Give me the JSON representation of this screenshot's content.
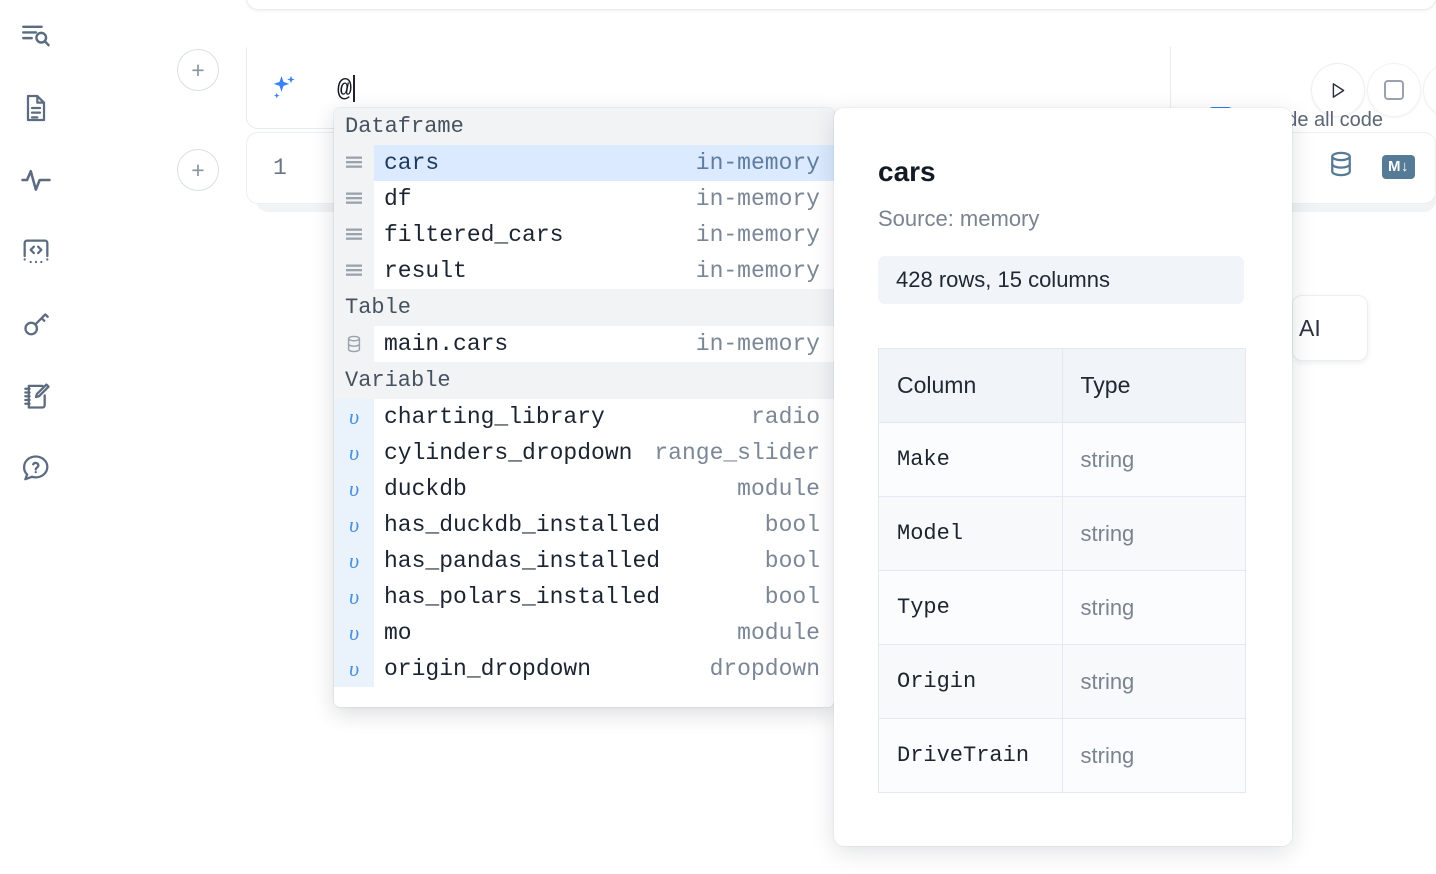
{
  "sidebar": {
    "items": [
      {
        "name": "outline-search-icon",
        "title": "Outline / Search"
      },
      {
        "name": "file-document-icon",
        "title": "Notebook file"
      },
      {
        "name": "activity-pulse-icon",
        "title": "Runtime activity"
      },
      {
        "name": "code-snippet-icon",
        "title": "Snippets"
      },
      {
        "name": "key-secrets-icon",
        "title": "Secrets"
      },
      {
        "name": "scratchpad-edit-icon",
        "title": "Scratchpad"
      },
      {
        "name": "help-chat-icon",
        "title": "Help"
      }
    ]
  },
  "prompt": {
    "sparkle_icon": "ai-sparkle-icon",
    "value": "@",
    "add_cell_label": "+",
    "run_label": "run-icon",
    "stop_label": "stop-icon",
    "include_all_code": "Include all code",
    "include_checked": false
  },
  "cell": {
    "line_number": "1",
    "database_icon": "database-icon",
    "markdown_badge": "M↓"
  },
  "ai_float": {
    "label": "AI"
  },
  "autocomplete": {
    "groups": [
      {
        "label": "Dataframe",
        "icon": "dataframe-icon",
        "kind": "dataframe",
        "items": [
          {
            "name": "cars",
            "type": "in-memory",
            "selected": true
          },
          {
            "name": "df",
            "type": "in-memory",
            "selected": false
          },
          {
            "name": "filtered_cars",
            "type": "in-memory",
            "selected": false
          },
          {
            "name": "result",
            "type": "in-memory",
            "selected": false
          }
        ]
      },
      {
        "label": "Table",
        "icon": "table-database-icon",
        "kind": "table",
        "items": [
          {
            "name": "main.cars",
            "type": "in-memory",
            "selected": false
          }
        ]
      },
      {
        "label": "Variable",
        "icon": "variable-icon",
        "kind": "variable",
        "items": [
          {
            "name": "charting_library",
            "type": "radio",
            "selected": false
          },
          {
            "name": "cylinders_dropdown",
            "type": "range_slider",
            "selected": false
          },
          {
            "name": "duckdb",
            "type": "module",
            "selected": false
          },
          {
            "name": "has_duckdb_installed",
            "type": "bool",
            "selected": false
          },
          {
            "name": "has_pandas_installed",
            "type": "bool",
            "selected": false
          },
          {
            "name": "has_polars_installed",
            "type": "bool",
            "selected": false
          },
          {
            "name": "mo",
            "type": "module",
            "selected": false
          },
          {
            "name": "origin_dropdown",
            "type": "dropdown",
            "selected": false
          }
        ]
      }
    ],
    "variable_glyph": "υ"
  },
  "detail": {
    "title": "cars",
    "source": "Source: memory",
    "shape": "428 rows, 15 columns",
    "headers": [
      "Column",
      "Type"
    ],
    "rows": [
      {
        "column": "Make",
        "type": "string"
      },
      {
        "column": "Model",
        "type": "string"
      },
      {
        "column": "Type",
        "type": "string"
      },
      {
        "column": "Origin",
        "type": "string"
      },
      {
        "column": "DriveTrain",
        "type": "string"
      }
    ]
  },
  "colors": {
    "accent_blue": "#2f7ef0",
    "selection_blue": "#dbeafe",
    "group_header_bg": "#f1f3f5",
    "variable_gutter": "#eaf2fc",
    "muted_text": "#7b8796",
    "db_icon": "#567b96"
  }
}
